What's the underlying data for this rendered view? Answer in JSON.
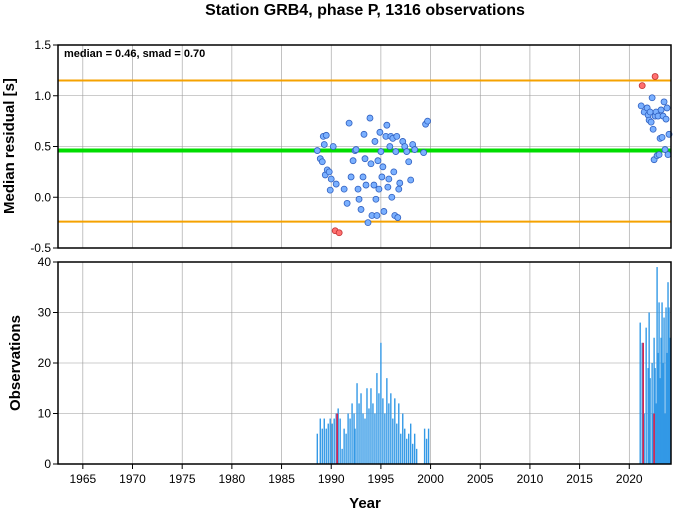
{
  "chart_data": [
    {
      "type": "scatter",
      "title": "Station GRB4, phase P, 1316 observations",
      "ylabel": "Median residual [s]",
      "annotation": "median = 0.46, smad = 0.70",
      "xlim": [
        1962.5,
        2024.2
      ],
      "ylim": [
        -0.5,
        1.5
      ],
      "xticks": [
        1965,
        1970,
        1975,
        1980,
        1985,
        1990,
        1995,
        2000,
        2005,
        2010,
        2015,
        2020
      ],
      "yticks": [
        -0.5,
        0.0,
        0.5,
        1.0,
        1.5
      ],
      "ytick_labels": [
        "-0.5",
        "0.0",
        "0.5",
        "1.0",
        "1.5"
      ],
      "grid": true,
      "hlines": [
        {
          "y": 0.46,
          "color": "#00dd00"
        },
        {
          "y": 1.15,
          "color": "#f5a200"
        },
        {
          "y": -0.24,
          "color": "#f5a200"
        }
      ],
      "colors": {
        "inlier_fill": "#7ab0ff",
        "inlier_edge": "#3060c0",
        "outlier_fill": "#ff7070",
        "outlier_edge": "#c03030"
      },
      "points": [
        [
          1988.6,
          0.46
        ],
        [
          1988.9,
          0.38
        ],
        [
          1989.1,
          0.35
        ],
        [
          1989.2,
          0.6
        ],
        [
          1989.3,
          0.52
        ],
        [
          1989.5,
          0.61
        ],
        [
          1989.4,
          0.22
        ],
        [
          1989.6,
          0.27
        ],
        [
          1989.8,
          0.25
        ],
        [
          1989.9,
          0.07
        ],
        [
          1990.0,
          0.18
        ],
        [
          1990.2,
          0.5
        ],
        [
          1990.5,
          0.13
        ],
        [
          1991.3,
          0.08
        ],
        [
          1991.6,
          -0.06
        ],
        [
          1991.8,
          0.73
        ],
        [
          1992.0,
          0.2
        ],
        [
          1992.2,
          0.36
        ],
        [
          1992.4,
          0.46
        ],
        [
          1992.5,
          0.47
        ],
        [
          1992.7,
          0.08
        ],
        [
          1992.8,
          -0.02
        ],
        [
          1993.0,
          -0.12
        ],
        [
          1993.2,
          0.2
        ],
        [
          1993.3,
          0.62
        ],
        [
          1993.4,
          0.38
        ],
        [
          1993.5,
          0.12
        ],
        [
          1993.7,
          -0.25
        ],
        [
          1993.9,
          0.78
        ],
        [
          1994.0,
          0.33
        ],
        [
          1994.1,
          -0.18
        ],
        [
          1994.3,
          0.12
        ],
        [
          1994.4,
          0.55
        ],
        [
          1994.5,
          -0.02
        ],
        [
          1994.6,
          -0.18
        ],
        [
          1994.7,
          0.36
        ],
        [
          1994.8,
          0.08
        ],
        [
          1994.9,
          0.64
        ],
        [
          1995.0,
          0.45
        ],
        [
          1995.1,
          0.2
        ],
        [
          1995.2,
          0.3
        ],
        [
          1995.3,
          -0.14
        ],
        [
          1995.5,
          0.6
        ],
        [
          1995.6,
          0.71
        ],
        [
          1995.7,
          0.1
        ],
        [
          1995.8,
          0.18
        ],
        [
          1995.9,
          0.5
        ],
        [
          1996.0,
          0.6
        ],
        [
          1996.1,
          0.0
        ],
        [
          1996.2,
          0.58
        ],
        [
          1996.3,
          0.25
        ],
        [
          1996.4,
          -0.18
        ],
        [
          1996.5,
          0.45
        ],
        [
          1996.6,
          0.6
        ],
        [
          1996.7,
          -0.2
        ],
        [
          1996.8,
          0.08
        ],
        [
          1996.9,
          0.14
        ],
        [
          1997.2,
          0.55
        ],
        [
          1997.4,
          0.5
        ],
        [
          1997.6,
          0.45
        ],
        [
          1997.8,
          0.35
        ],
        [
          1998.0,
          0.17
        ],
        [
          1998.2,
          0.52
        ],
        [
          1998.4,
          0.47
        ],
        [
          1999.3,
          0.44
        ],
        [
          1999.5,
          0.72
        ],
        [
          1999.7,
          0.75
        ],
        [
          2021.2,
          0.9
        ],
        [
          2021.5,
          0.84
        ],
        [
          2021.8,
          0.88
        ],
        [
          2021.9,
          0.81
        ],
        [
          2022.0,
          0.76
        ],
        [
          2022.1,
          0.84
        ],
        [
          2022.2,
          0.74
        ],
        [
          2022.3,
          0.98
        ],
        [
          2022.4,
          0.67
        ],
        [
          2022.5,
          0.37
        ],
        [
          2022.6,
          0.8
        ],
        [
          2022.7,
          0.84
        ],
        [
          2022.8,
          0.41
        ],
        [
          2022.9,
          0.8
        ],
        [
          2023.0,
          0.42
        ],
        [
          2023.1,
          0.58
        ],
        [
          2023.2,
          0.86
        ],
        [
          2023.3,
          0.59
        ],
        [
          2023.4,
          0.8
        ],
        [
          2023.5,
          0.94
        ],
        [
          2023.6,
          0.47
        ],
        [
          2023.7,
          0.77
        ],
        [
          2023.8,
          0.88
        ],
        [
          2023.9,
          0.42
        ],
        [
          2024.0,
          0.62
        ]
      ],
      "outliers": [
        [
          1990.4,
          -0.33
        ],
        [
          1990.8,
          -0.35
        ],
        [
          2021.3,
          1.1
        ],
        [
          2022.6,
          1.19
        ]
      ]
    },
    {
      "type": "bar",
      "xlabel": "Year",
      "ylabel": "Observations",
      "xlim": [
        1962.5,
        2024.2
      ],
      "ylim": [
        0,
        40
      ],
      "xticks": [
        1965,
        1970,
        1975,
        1980,
        1985,
        1990,
        1995,
        2000,
        2005,
        2010,
        2015,
        2020
      ],
      "yticks": [
        0,
        10,
        20,
        30,
        40
      ],
      "grid": true,
      "colors": {
        "bar": "#3399e6",
        "highlight": "#e0204a"
      },
      "bars": [
        [
          1988.6,
          6
        ],
        [
          1988.9,
          9
        ],
        [
          1989.1,
          7
        ],
        [
          1989.3,
          9
        ],
        [
          1989.5,
          7
        ],
        [
          1989.7,
          8
        ],
        [
          1989.9,
          9
        ],
        [
          1990.1,
          8
        ],
        [
          1990.3,
          9
        ],
        [
          1990.5,
          10
        ],
        [
          1990.7,
          11
        ],
        [
          1990.9,
          9
        ],
        [
          1991.1,
          3
        ],
        [
          1991.3,
          7
        ],
        [
          1991.5,
          6
        ],
        [
          1991.7,
          10
        ],
        [
          1991.9,
          9
        ],
        [
          1992.1,
          12
        ],
        [
          1992.3,
          10
        ],
        [
          1992.4,
          7
        ],
        [
          1992.6,
          16
        ],
        [
          1992.8,
          12
        ],
        [
          1993.0,
          14
        ],
        [
          1993.2,
          10
        ],
        [
          1993.4,
          9
        ],
        [
          1993.6,
          15
        ],
        [
          1993.8,
          11
        ],
        [
          1994.0,
          15
        ],
        [
          1994.2,
          12
        ],
        [
          1994.4,
          10
        ],
        [
          1994.6,
          18
        ],
        [
          1994.8,
          14
        ],
        [
          1995.0,
          24
        ],
        [
          1995.2,
          13
        ],
        [
          1995.4,
          10
        ],
        [
          1995.6,
          17
        ],
        [
          1995.8,
          12
        ],
        [
          1996.0,
          14
        ],
        [
          1996.2,
          9
        ],
        [
          1996.4,
          13
        ],
        [
          1996.6,
          8
        ],
        [
          1996.8,
          12
        ],
        [
          1997.0,
          6
        ],
        [
          1997.2,
          10
        ],
        [
          1997.4,
          7
        ],
        [
          1997.6,
          5
        ],
        [
          1997.8,
          6
        ],
        [
          1998.0,
          8
        ],
        [
          1998.2,
          4
        ],
        [
          1998.4,
          6
        ],
        [
          1998.6,
          3
        ],
        [
          1999.4,
          7
        ],
        [
          1999.6,
          5
        ],
        [
          1999.8,
          7
        ],
        [
          2021.1,
          28
        ],
        [
          2021.3,
          24
        ],
        [
          2021.5,
          10
        ],
        [
          2021.7,
          27
        ],
        [
          2021.9,
          19
        ],
        [
          2022.0,
          30
        ],
        [
          2022.1,
          17
        ],
        [
          2022.3,
          20
        ],
        [
          2022.4,
          10
        ],
        [
          2022.5,
          25
        ],
        [
          2022.6,
          19
        ],
        [
          2022.7,
          12
        ],
        [
          2022.8,
          39
        ],
        [
          2022.9,
          22
        ],
        [
          2023.0,
          32
        ],
        [
          2023.1,
          17
        ],
        [
          2023.2,
          25
        ],
        [
          2023.3,
          32
        ],
        [
          2023.4,
          20
        ],
        [
          2023.5,
          29
        ],
        [
          2023.6,
          10
        ],
        [
          2023.7,
          31
        ],
        [
          2023.8,
          22
        ],
        [
          2023.9,
          36
        ],
        [
          2024.0,
          31
        ],
        [
          2024.1,
          25
        ]
      ],
      "highlights": [
        [
          1990.6,
          10
        ],
        [
          2021.4,
          24
        ],
        [
          2022.5,
          10
        ]
      ]
    }
  ]
}
